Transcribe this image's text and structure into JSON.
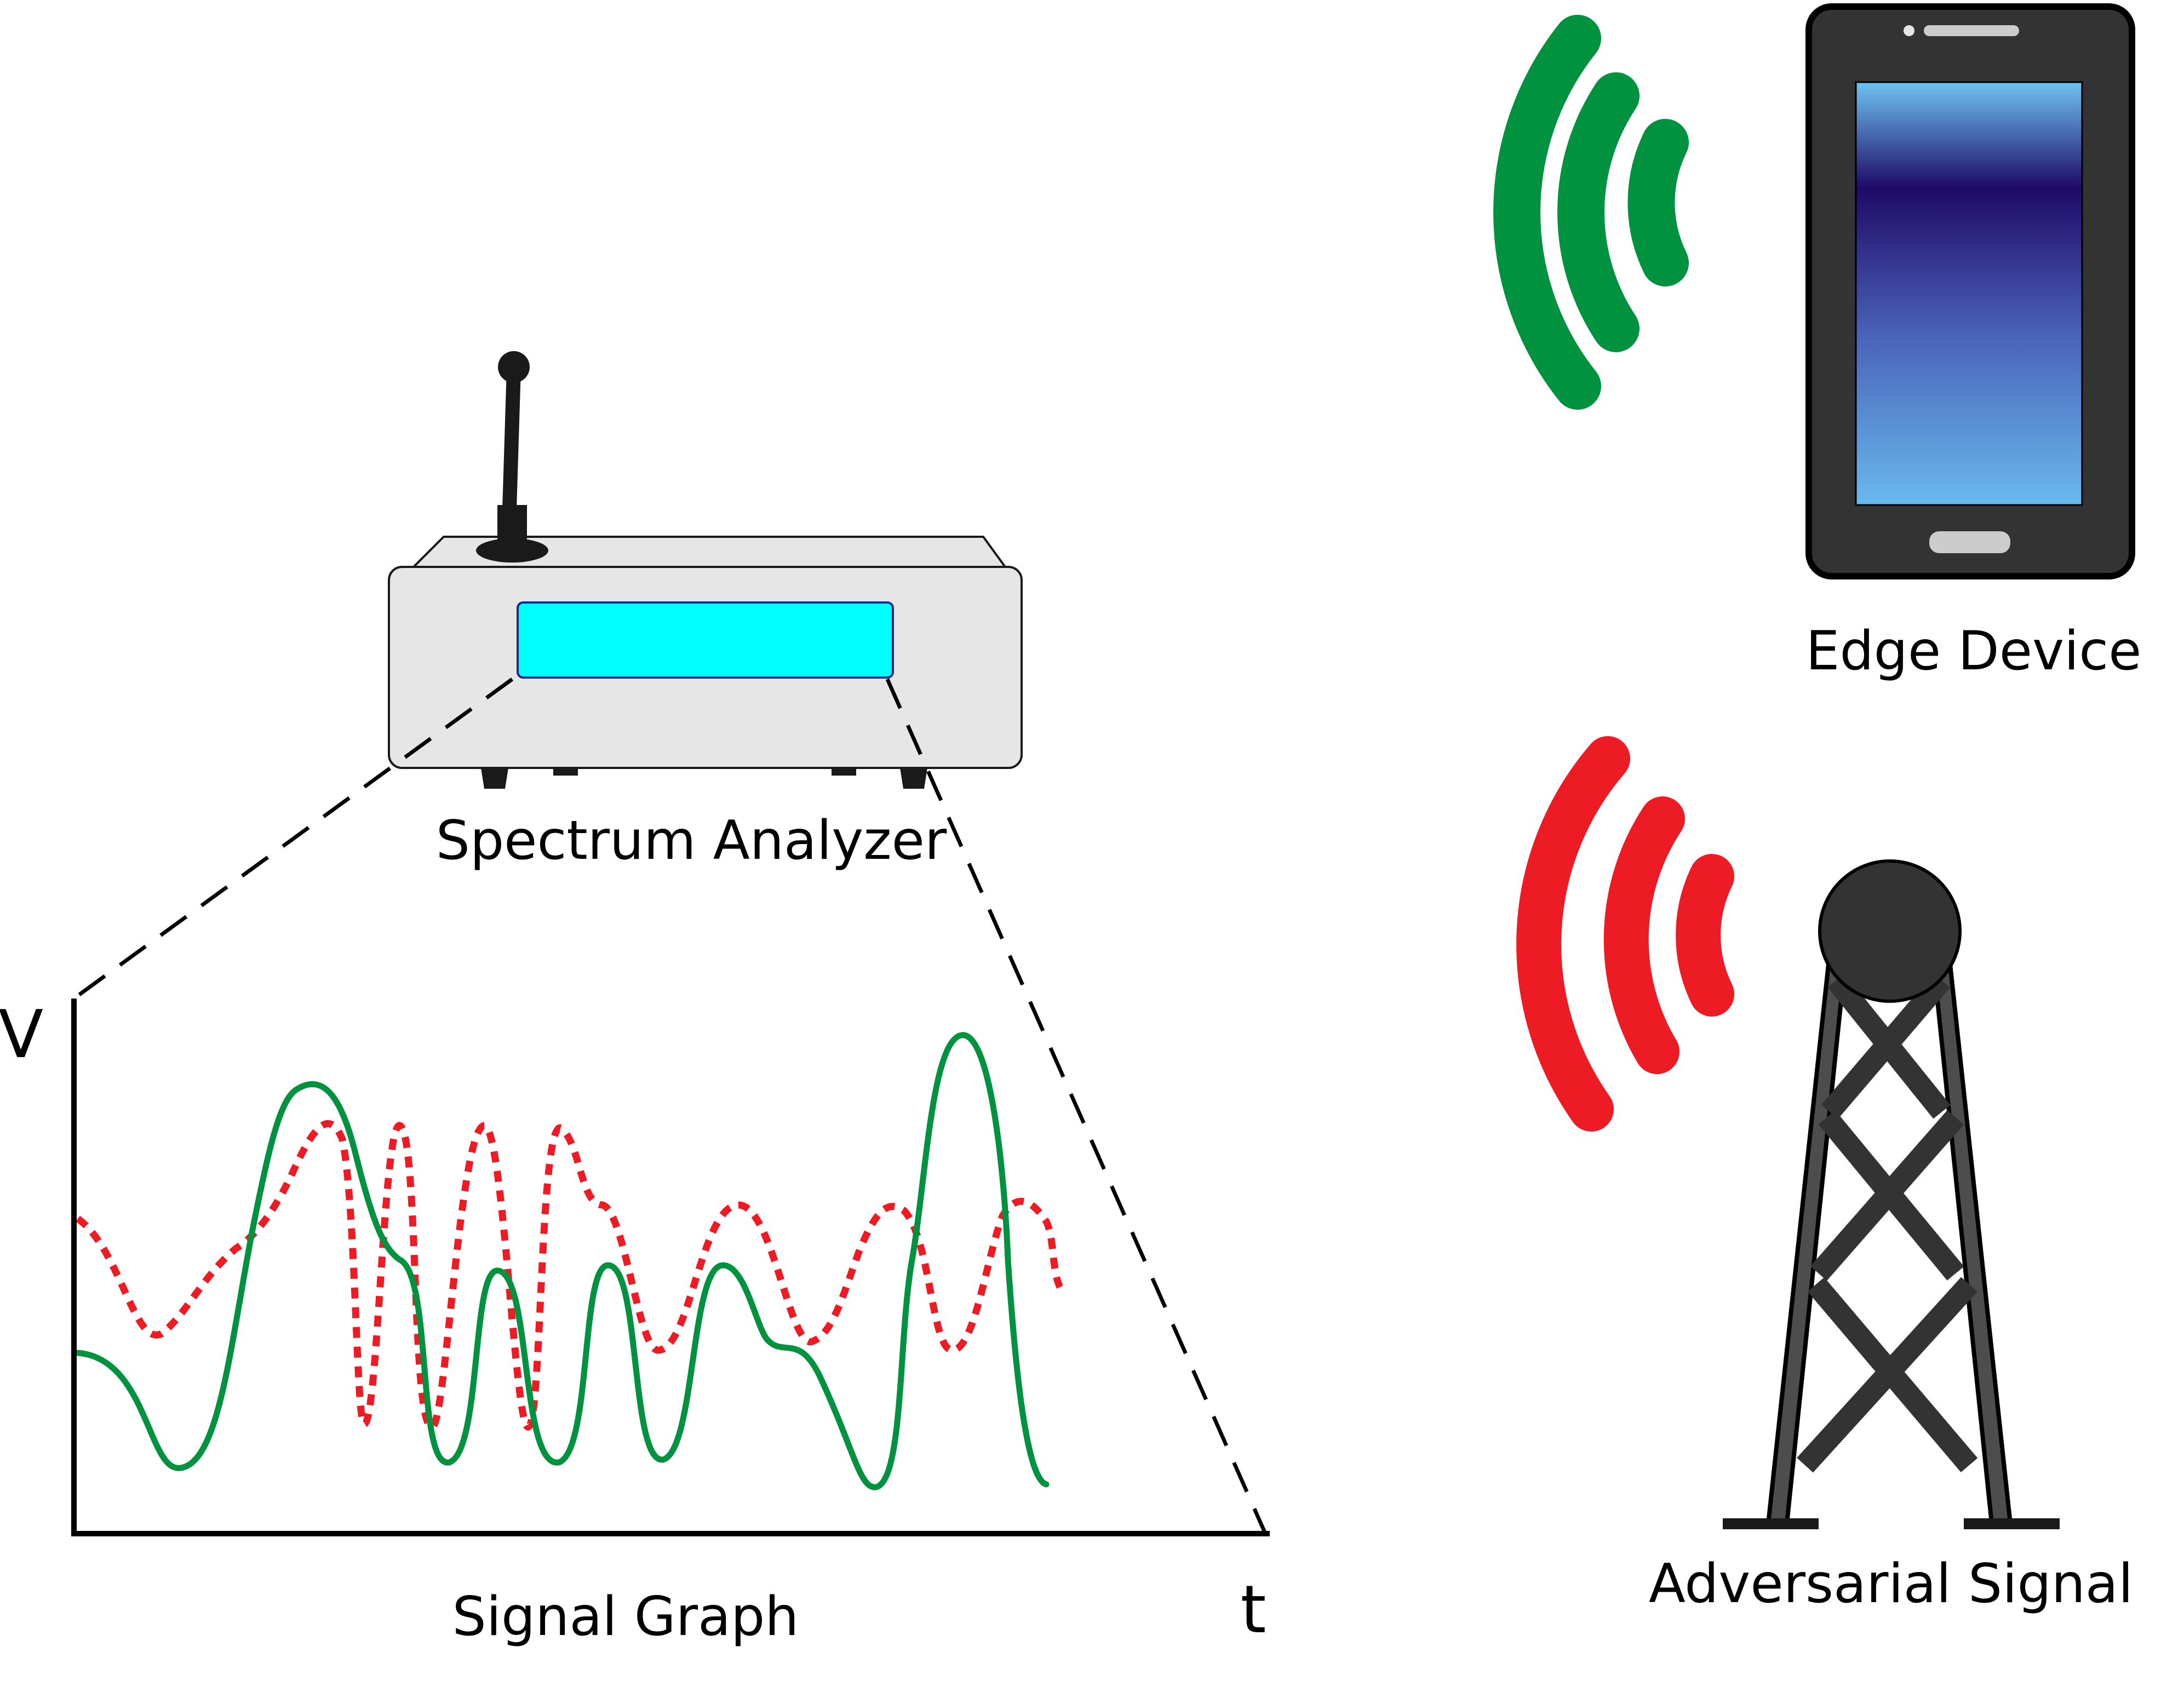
{
  "labels": {
    "spectrum_analyzer": "Spectrum Analyzer",
    "edge_device": "Edge Device",
    "adversarial_signal": "Adversarial Signal",
    "signal_graph": "Signal Graph",
    "y_axis": "V",
    "x_axis": "t"
  },
  "colors": {
    "legit_signal": "#00923f",
    "adversarial_signal": "#ed1c24",
    "analyzer_screen": "#00ffff",
    "analyzer_body": "#e6e6e6",
    "device_body": "#333333",
    "tower": "#333333"
  },
  "icons": {
    "analyzer": "spectrum-analyzer-icon",
    "phone": "smartphone-icon",
    "tower": "radio-tower-icon",
    "green_waves": "wireless-waves-icon",
    "red_waves": "wireless-waves-icon"
  }
}
